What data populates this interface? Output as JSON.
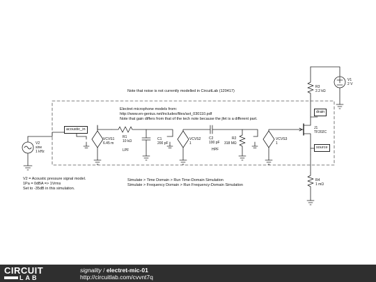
{
  "notes": {
    "noise": "Note that noise is not currently modelled in CircuitLab (120417)",
    "mic_line1": "Electret microphone models from:",
    "mic_line2": "http://www.en-genius.net/includes/files/avt_030110.pdf",
    "mic_line3": "Note that gain differs from that of the tech note because the jfet is a different part.",
    "v2_line1": "V2 = Acoustic pressure signal model.",
    "v2_line2": "1Pa = 0dBA => 1Vrms",
    "v2_line3": "Set to -35dB in this simulation.",
    "sim_line1": "Simulate > Time Domain > Run Time-Domain Simulation",
    "sim_line2": "Simulate > Frequency Domain > Run Frequency-Domain Simulation"
  },
  "net_labels": {
    "acoustic_in": "acoustic_in",
    "drain": "drain",
    "source": "source"
  },
  "components": {
    "v2": {
      "name": "V2",
      "type": "sine",
      "value": "1 kHz"
    },
    "vcvs1": {
      "name": "VCVS1",
      "value": "6.45 m"
    },
    "r1": {
      "name": "R1",
      "value": "10 kΩ"
    },
    "lpf": "LPF",
    "c1": {
      "name": "C1",
      "value": "200 pF"
    },
    "vcvs2": {
      "name": "VCVS2",
      "value": "1"
    },
    "c2": {
      "name": "C2",
      "value": "100 pF"
    },
    "hpf": "HPF",
    "r2": {
      "name": "R2",
      "value": "318 MΩ"
    },
    "vcvs3": {
      "name": "VCVS3",
      "value": "1"
    },
    "j1": {
      "name": "J1",
      "value": "TF202C"
    },
    "r3": {
      "name": "R3",
      "value": "2.2 kΩ"
    },
    "v1": {
      "name": "V1",
      "value": "2 V"
    },
    "r4": {
      "name": "R4",
      "value": "1 mΩ"
    }
  },
  "footer": {
    "logo_word1": "CIRCUIT",
    "logo_word2": "LAB",
    "author": "signality",
    "separator": " / ",
    "title": "electret-mic-01",
    "url": "http://circuitlab.com/cvvnt7q"
  },
  "colors": {
    "wire": "#222222",
    "footer_bg": "#2f2f2f",
    "footer_text": "#ffffff"
  }
}
